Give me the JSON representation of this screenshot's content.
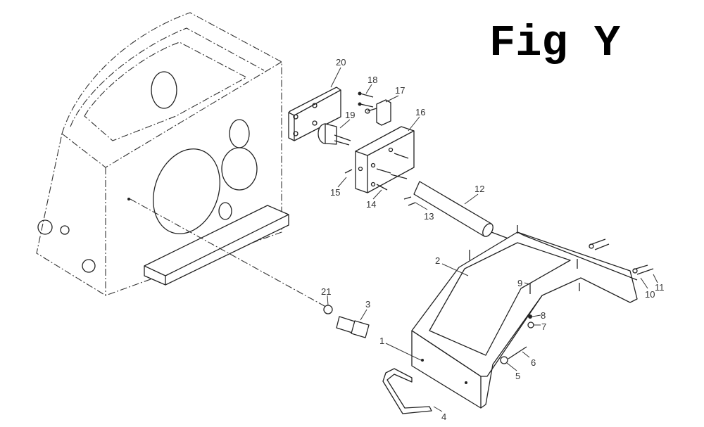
{
  "figure": {
    "title": "Fig Y"
  },
  "parts": [
    {
      "id": "20"
    },
    {
      "id": "18"
    },
    {
      "id": "17"
    },
    {
      "id": "19"
    },
    {
      "id": "16"
    },
    {
      "id": "15"
    },
    {
      "id": "14"
    },
    {
      "id": "13"
    },
    {
      "id": "12"
    },
    {
      "id": "2"
    },
    {
      "id": "9"
    },
    {
      "id": "8"
    },
    {
      "id": "7"
    },
    {
      "id": "10"
    },
    {
      "id": "11"
    },
    {
      "id": "21"
    },
    {
      "id": "3"
    },
    {
      "id": "1"
    },
    {
      "id": "6"
    },
    {
      "id": "5"
    },
    {
      "id": "4"
    }
  ]
}
